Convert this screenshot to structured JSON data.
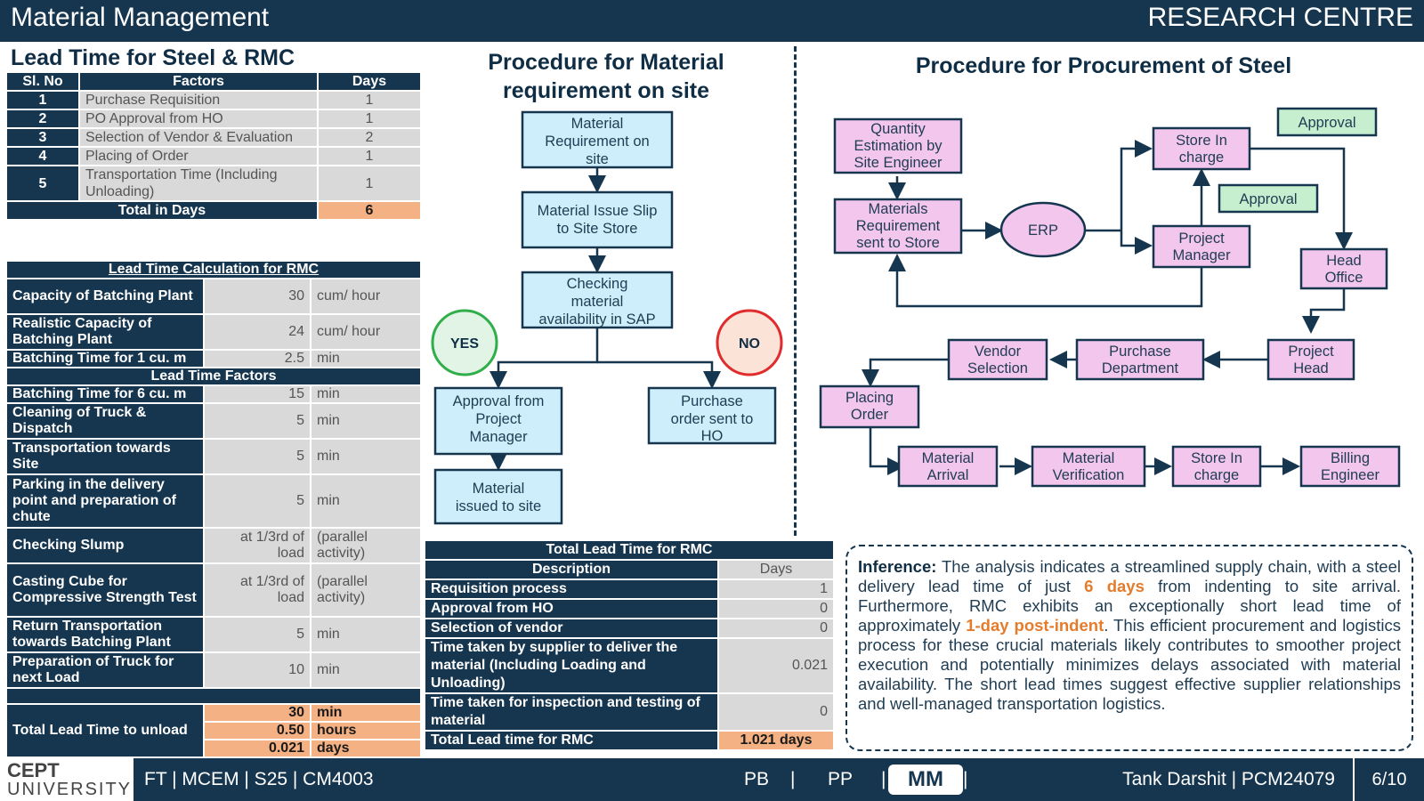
{
  "header": {
    "title": "Material Management",
    "right": "RESEARCH CENTRE"
  },
  "steel_rmc": {
    "title": "Lead Time for Steel & RMC",
    "columns": [
      "Sl. No",
      "Factors",
      "Days"
    ],
    "rows": [
      {
        "no": "1",
        "factor": "Purchase Requisition",
        "days": "1"
      },
      {
        "no": "2",
        "factor": "PO Approval from HO",
        "days": "1"
      },
      {
        "no": "3",
        "factor": "Selection of Vendor & Evaluation",
        "days": "2"
      },
      {
        "no": "4",
        "factor": "Placing of Order",
        "days": "1"
      },
      {
        "no": "5",
        "factor": "Transportation Time (Including Unloading)",
        "days": "1"
      }
    ],
    "total_label": "Total in Days",
    "total_value": "6"
  },
  "rmc_calc": {
    "title": "Lead Time Calculation for RMC",
    "rows": [
      {
        "label": "Capacity of Batching Plant",
        "value": "30",
        "unit": "cum/ hour"
      },
      {
        "label": "Realistic Capacity of Batching Plant",
        "value": "24",
        "unit": "cum/ hour"
      },
      {
        "label": "Batching Time for 1 cu. m",
        "value": "2.5",
        "unit": "min"
      }
    ],
    "factors_title": "Lead Time Factors",
    "factors": [
      {
        "label": "Batching Time for 6 cu. m",
        "value": "15",
        "unit": "min"
      },
      {
        "label": "Cleaning of Truck & Dispatch",
        "value": "5",
        "unit": "min"
      },
      {
        "label": "Transportation towards Site",
        "value": "5",
        "unit": "min"
      },
      {
        "label": "Parking in the delivery point and preparation of chute",
        "value": "5",
        "unit": "min"
      },
      {
        "label": "Checking Slump",
        "value": "at 1/3rd of load",
        "unit": "(parallel activity)"
      },
      {
        "label": "Casting Cube for Compressive Strength Test",
        "value": "at 1/3rd of load",
        "unit": "(parallel activity)"
      },
      {
        "label": "Return Transportation towards Batching Plant",
        "value": "5",
        "unit": "min"
      },
      {
        "label": "Preparation of Truck for next Load",
        "value": "10",
        "unit": "min"
      }
    ],
    "total_label": "Total Lead Time to unload",
    "totals": [
      {
        "value": "30",
        "unit": "min"
      },
      {
        "value": "0.50",
        "unit": "hours"
      },
      {
        "value": "0.021",
        "unit": "days"
      }
    ]
  },
  "material_flow": {
    "title_line1": "Procedure for Material",
    "title_line2": "requirement on site",
    "step1": [
      "Material",
      "Requirement on",
      "site"
    ],
    "step2": [
      "Material Issue Slip",
      "to Site Store"
    ],
    "step3": [
      "Checking",
      "material",
      "availability in SAP"
    ],
    "yes": "YES",
    "no": "NO",
    "yes_step": [
      "Approval from",
      "Project",
      "Manager"
    ],
    "no_step": [
      "Purchase",
      "order sent to",
      "HO"
    ],
    "final_step": [
      "Material",
      "issued to site"
    ]
  },
  "steel_flow": {
    "title": "Procedure for Procurement of Steel",
    "qty": [
      "Quantity",
      "Estimation by",
      "Site Engineer"
    ],
    "mreq": [
      "Materials",
      "Requirement",
      "sent to Store"
    ],
    "erp": "ERP",
    "store1": [
      "Store In",
      "charge"
    ],
    "pm": [
      "Project",
      "Manager"
    ],
    "approval1": "Approval",
    "approval2": "Approval",
    "ho": [
      "Head",
      "Office"
    ],
    "phead": [
      "Project",
      "Head"
    ],
    "purchase": [
      "Purchase",
      "Department"
    ],
    "vendor": [
      "Vendor",
      "Selection"
    ],
    "placing": [
      "Placing",
      "Order"
    ],
    "arrival": [
      "Material",
      "Arrival"
    ],
    "verification": [
      "Material",
      "Verification"
    ],
    "store2": [
      "Store In",
      "charge"
    ],
    "billing": [
      "Billing",
      "Engineer"
    ]
  },
  "rmc_total": {
    "title": "Total Lead Time for RMC",
    "col_desc": "Description",
    "col_days": "Days",
    "rows": [
      {
        "desc": "Requisition process",
        "days": "1"
      },
      {
        "desc": "Approval from HO",
        "days": "0"
      },
      {
        "desc": "Selection of vendor",
        "days": "0"
      },
      {
        "desc": "Time taken by supplier to deliver the material (Including Loading and Unloading)",
        "days": "0.021"
      },
      {
        "desc": "Time taken for inspection and testing of material",
        "days": "0"
      }
    ],
    "total_label": "Total Lead time for RMC",
    "total_value": "1.021 days"
  },
  "inference": {
    "label": "Inference:",
    "p1": " The analysis indicates a streamlined supply chain, with a steel delivery lead time of just ",
    "h1": "6 days",
    "p2": " from indenting to site arrival. Furthermore, RMC exhibits an exceptionally short lead time of approximately ",
    "h2": "1-day post-indent",
    "p3": ". This efficient procurement and logistics process for these crucial materials likely contributes to smoother project execution and potentially minimizes delays associated with material availability. The short lead times suggest effective supplier relationships and well-managed transportation logistics."
  },
  "footer": {
    "logo_line1": "CEPT",
    "logo_line2": "UNIVERSITY",
    "course": "FT | MCEM | S25 | CM4003",
    "pb": "PB",
    "sep": "|",
    "pp": "PP",
    "mm": "MM",
    "author": "Tank Darshit | PCM24079",
    "page": "6/10"
  },
  "colors": {
    "navy": "#16364f",
    "light_blue": "#cfeefb",
    "pink": "#f3c6ee",
    "green": "#c6efcf",
    "orange": "#f4b183",
    "grey": "#d9d9d9"
  }
}
